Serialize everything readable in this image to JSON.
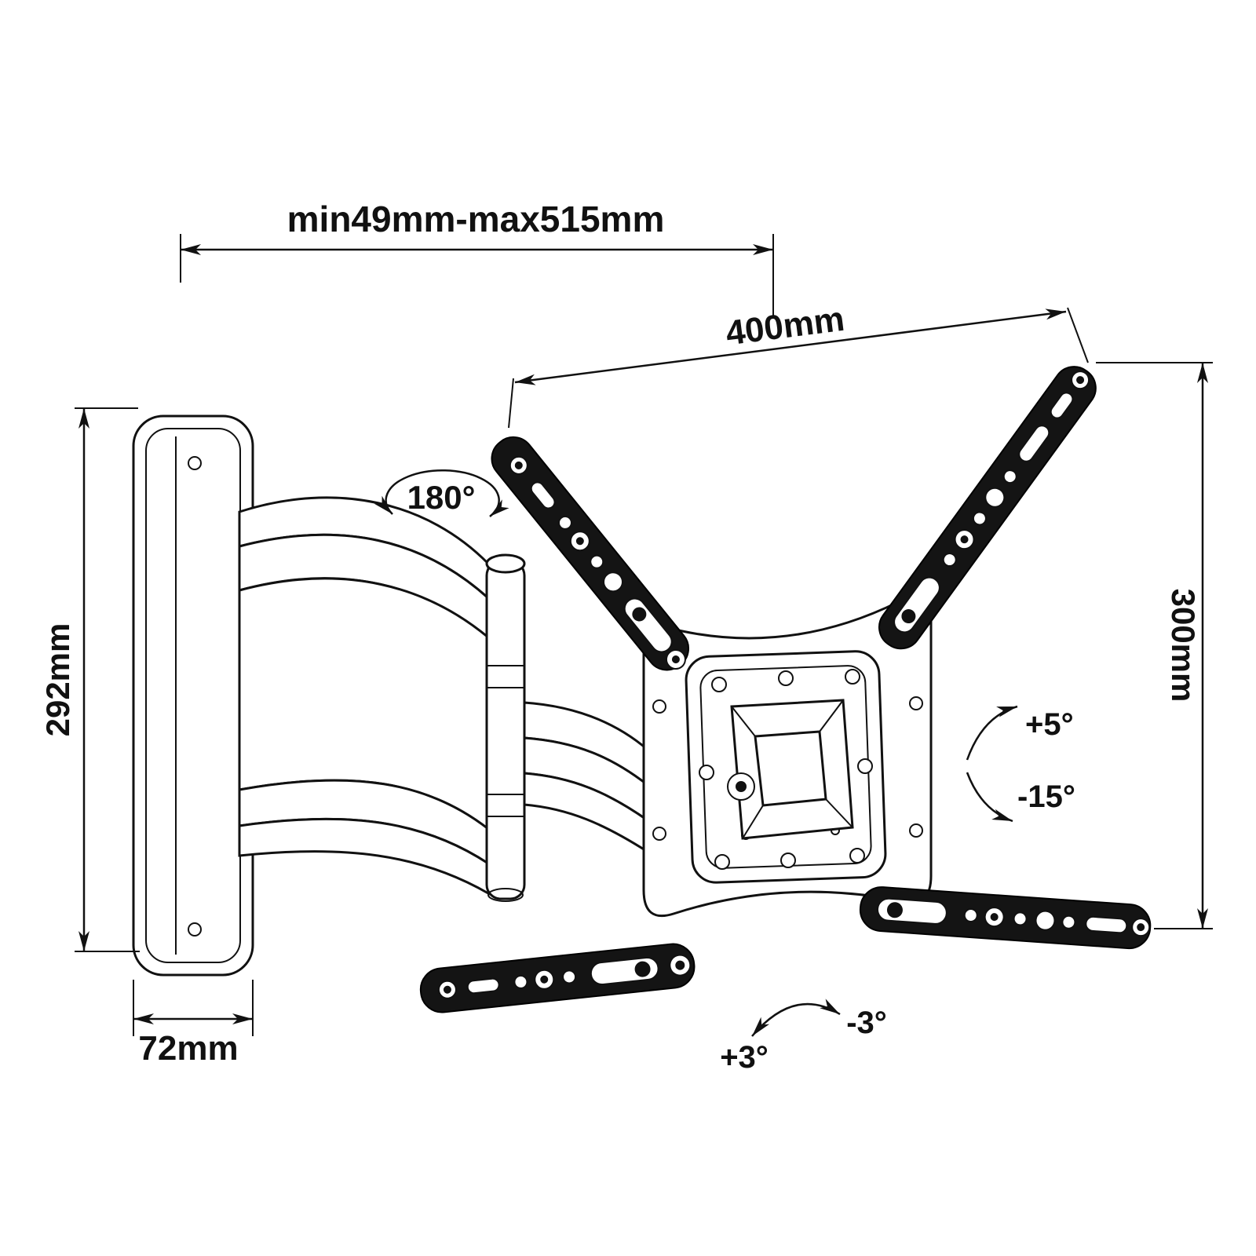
{
  "page": {
    "background": "#ffffff",
    "line_color": "#111111",
    "description": "Technical dimension drawing of an articulating full-motion TV wall mount bracket"
  },
  "labels": {
    "arm_extension": "min49mm-max515mm",
    "vesa_width": "400mm",
    "vesa_height": "300mm",
    "wall_plate_height": "292mm",
    "wall_plate_depth": "72mm",
    "swivel_range": "180°",
    "tilt_up": "+5°",
    "tilt_down": "-15°",
    "roll_plus": "+3°",
    "roll_minus": "-3°"
  }
}
